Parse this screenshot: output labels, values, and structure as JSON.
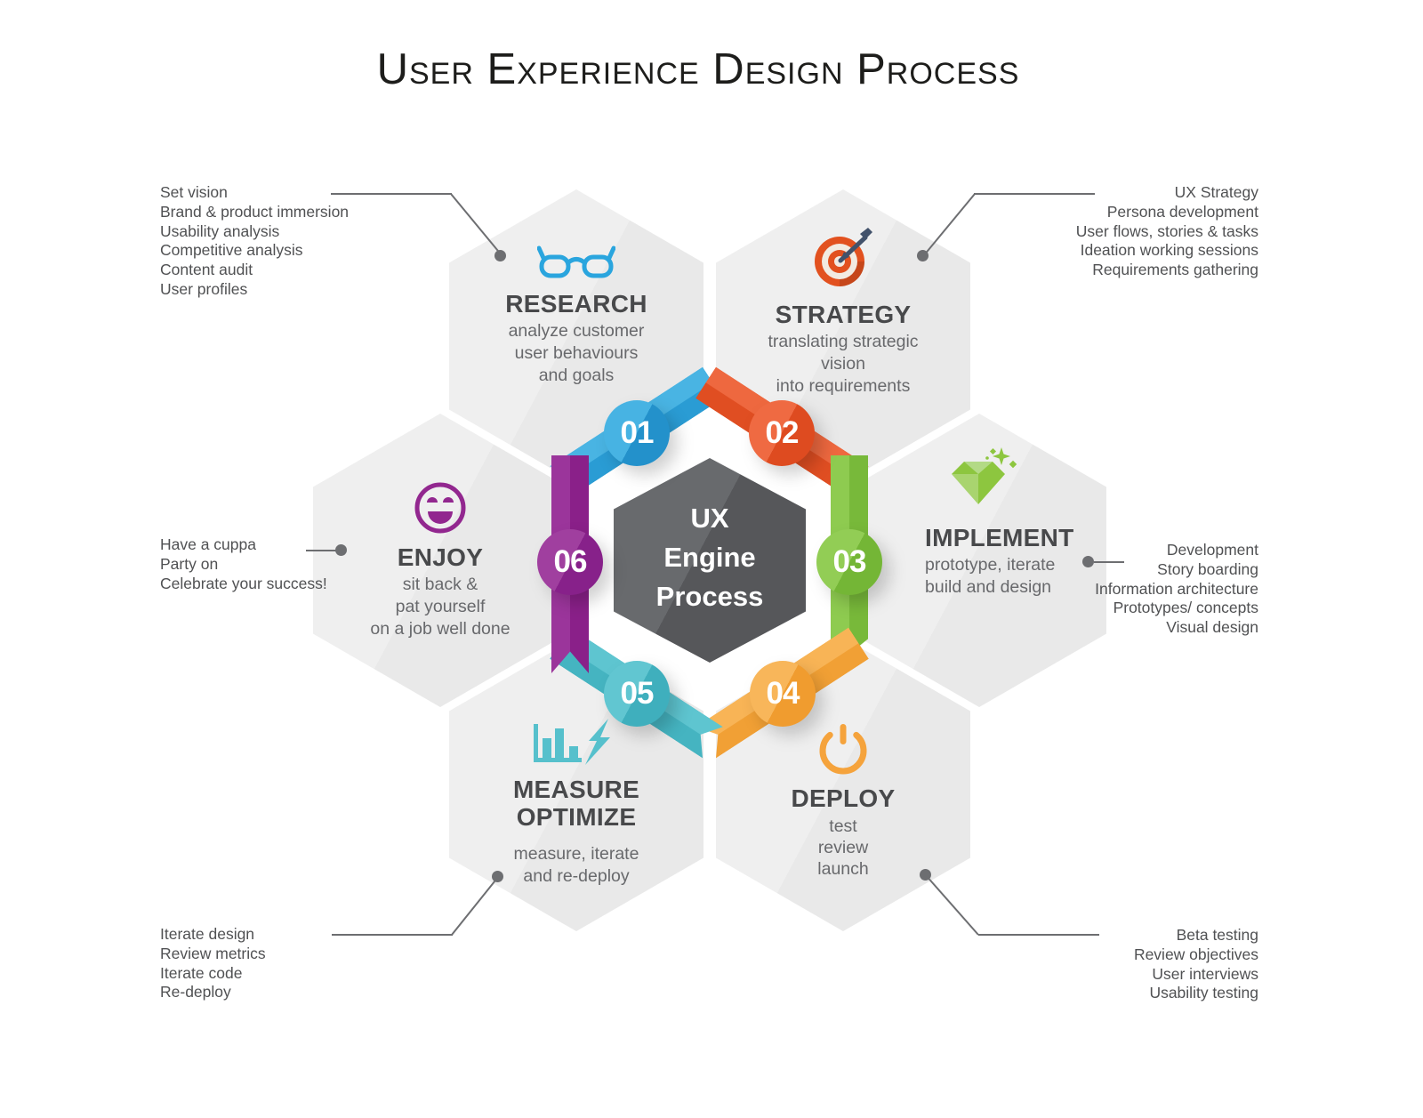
{
  "title": "User Experience Design Process",
  "center_hexagon": {
    "label_lines": [
      "UX",
      "Engine",
      "Process"
    ],
    "color": "#5a5b5e"
  },
  "stages": {
    "research": {
      "number": "01",
      "title_lines": [
        "RESEARCH"
      ],
      "description_lines": [
        "analyze customer",
        "user behaviours",
        "and goals"
      ],
      "accent": "#2a9fd8",
      "icon": "glasses-icon"
    },
    "strategy": {
      "number": "02",
      "title_lines": [
        "STRATEGY"
      ],
      "description_lines": [
        "translating strategic",
        "vision",
        "into requirements"
      ],
      "accent": "#e4512a",
      "icon": "target-icon"
    },
    "implement": {
      "number": "03",
      "title_lines": [
        "IMPLEMENT"
      ],
      "description_lines": [
        "prototype, iterate",
        "build and design"
      ],
      "accent": "#7cbc3e",
      "icon": "diamond-icon"
    },
    "deploy": {
      "number": "04",
      "title_lines": [
        "DEPLOY"
      ],
      "description_lines": [
        "test",
        "review",
        "launch"
      ],
      "accent": "#f5a33c",
      "icon": "power-icon"
    },
    "measure": {
      "number": "05",
      "title_lines": [
        "MEASURE",
        "OPTIMIZE"
      ],
      "description_lines": [
        "measure, iterate",
        "and re-deploy"
      ],
      "accent": "#4cb9c6",
      "icon": "chart-bolt-icon"
    },
    "enjoy": {
      "number": "06",
      "title_lines": [
        "ENJOY"
      ],
      "description_lines": [
        "sit back &",
        "pat yourself",
        "on a job well done"
      ],
      "accent": "#92278f",
      "icon": "smiley-icon"
    }
  },
  "callouts": {
    "top_left": {
      "lines": [
        "Set vision",
        "Brand & product immersion",
        "Usability analysis",
        "Competitive analysis",
        "Content audit",
        "User profiles"
      ]
    },
    "top_right": {
      "lines": [
        "UX Strategy",
        "Persona development",
        "User flows, stories & tasks",
        "Ideation working sessions",
        "Requirements gathering"
      ]
    },
    "mid_left": {
      "lines": [
        "Have a cuppa",
        "Party on",
        "Celebrate your success!"
      ]
    },
    "mid_right": {
      "lines": [
        "Development",
        "Story boarding",
        "Information architecture",
        "Prototypes/ concepts",
        "Visual design"
      ]
    },
    "bottom_left": {
      "lines": [
        "Iterate design",
        "Review metrics",
        "Iterate code",
        "Re-deploy"
      ]
    },
    "bottom_right": {
      "lines": [
        "Beta testing",
        "Review objectives",
        "User interviews",
        "Usability testing"
      ]
    }
  }
}
